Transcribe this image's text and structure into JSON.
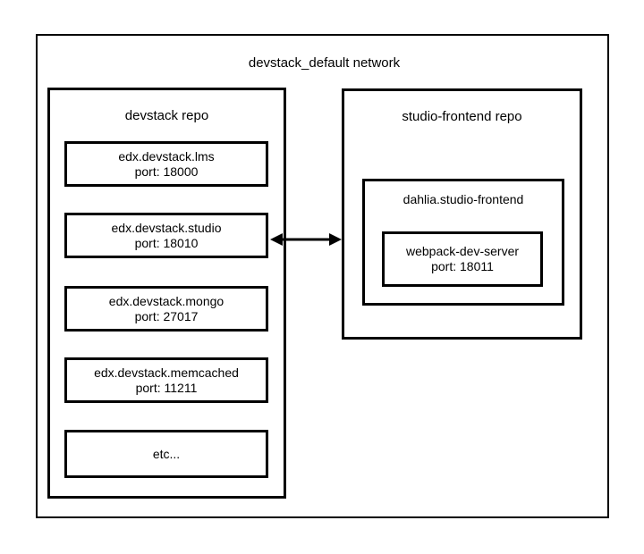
{
  "diagram": {
    "type": "block-diagram",
    "network": {
      "label": "devstack_default network"
    },
    "repos": [
      {
        "id": "devstack-repo",
        "label": "devstack repo",
        "services": [
          {
            "name": "edx.devstack.lms",
            "port": "port: 18000"
          },
          {
            "name": "edx.devstack.studio",
            "port": "port: 18010"
          },
          {
            "name": "edx.devstack.mongo",
            "port": "port: 27017"
          },
          {
            "name": "edx.devstack.memcached",
            "port": "port: 11211"
          },
          {
            "name": "etc...",
            "port": ""
          }
        ]
      },
      {
        "id": "studio-frontend-repo",
        "label": "studio-frontend repo",
        "container": {
          "label": "dahlia.studio-frontend",
          "service": {
            "name": "webpack-dev-server",
            "port": "port: 18011"
          }
        }
      }
    ],
    "connector": {
      "name": "bidirectional-arrow",
      "from": "edx.devstack.studio",
      "to": "studio-frontend repo",
      "style": "double-headed"
    },
    "colors": {
      "stroke": "#000000",
      "background": "#ffffff",
      "text": "#000000"
    }
  }
}
